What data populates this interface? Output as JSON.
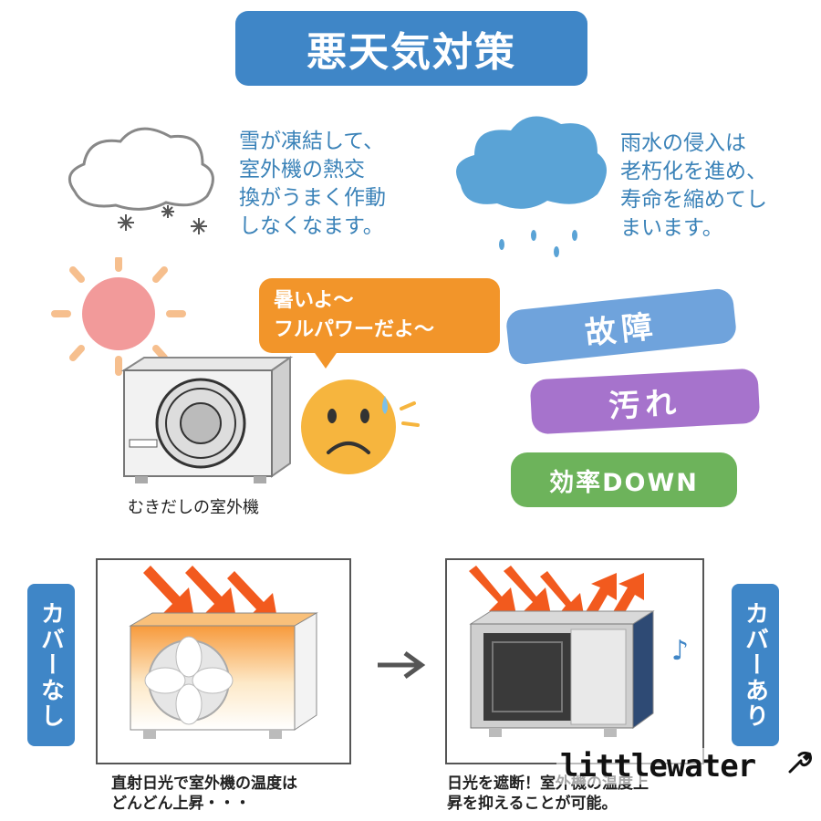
{
  "title": "悪天気対策",
  "snow_text": "雪が凍結して、\n室外機の熱交\n換がうまく作動\nしなくなます。",
  "rain_text": "雨水の侵入は\n老朽化を進め、\n寿命を縮めてし\nまいます。",
  "speech_text": "暑いよ～\nフルパワーだよ～",
  "tags": {
    "breakdown": "故障",
    "dirt": "汚れ",
    "efficiency": "効率DOWN"
  },
  "bare_unit_caption": "むきだしの室外機",
  "label_without_cover": "カバーなし",
  "label_with_cover": "カバーあり",
  "caption_without_cover": "直射日光で室外機の温度は\nどんどん上昇・・・",
  "caption_with_cover": "日光を遮断！室外機の温度上\n昇を抑えることが可能。",
  "brand": "littlewater",
  "colors": {
    "title_bg": "#3f86c7",
    "tag_breakdown": "#6fa3dc",
    "tag_dirt": "#a673cc",
    "tag_efficiency": "#6db35b",
    "speech_bg": "#f2952a",
    "sun": "#f29a9a",
    "arrow_heat": "#f25a1e"
  },
  "icons": [
    "cloud-icon",
    "snowflake-icon",
    "rain-cloud-icon",
    "sun-icon",
    "sad-face-icon",
    "music-note-icon",
    "arrow-right-icon",
    "wrench-icon"
  ]
}
